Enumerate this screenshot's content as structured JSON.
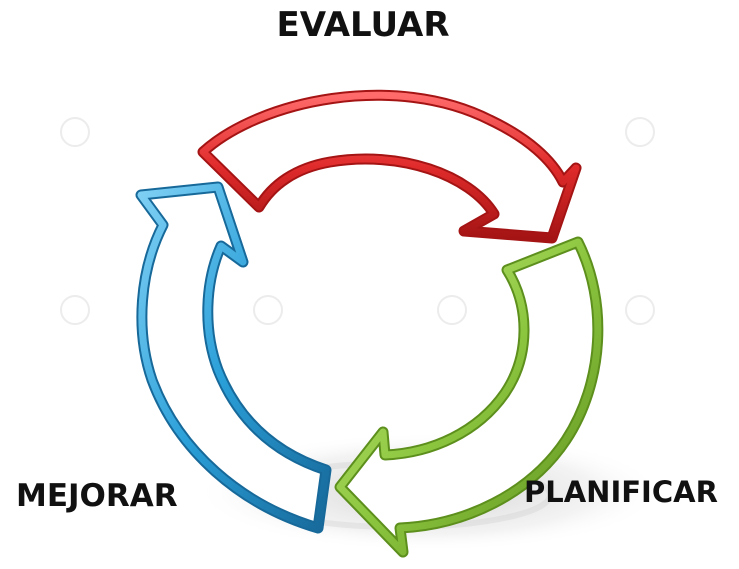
{
  "cycle": {
    "steps": [
      {
        "label": "EVALUAR",
        "color": "#e02b2b",
        "position": "top"
      },
      {
        "label": "PLANIFICAR",
        "color": "#8cc63f",
        "position": "bottom-right"
      },
      {
        "label": "MEJORAR",
        "color": "#2a9fd8",
        "position": "bottom-left"
      }
    ],
    "direction": "clockwise",
    "arrow_style": "hollow 3D outline arrows"
  }
}
